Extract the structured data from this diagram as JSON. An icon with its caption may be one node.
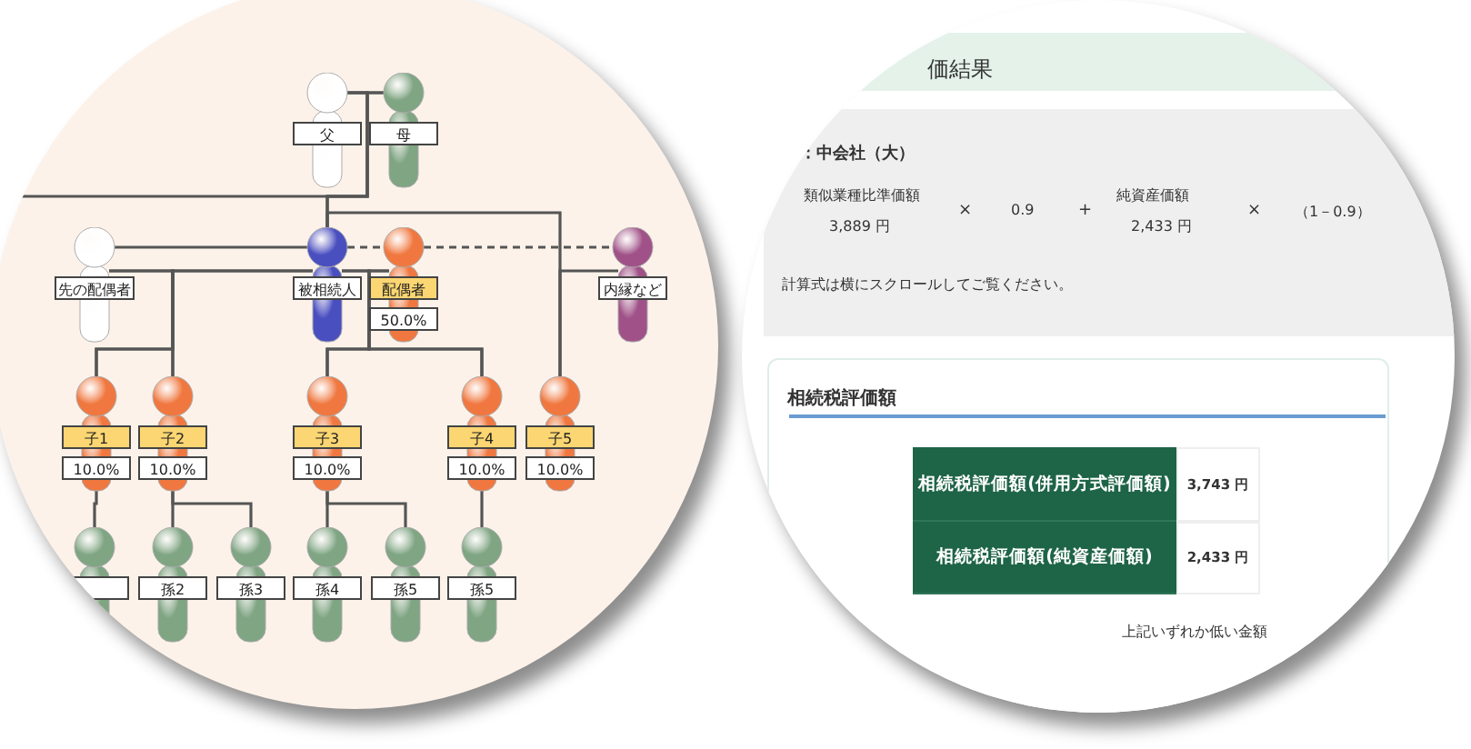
{
  "diagram": {
    "nodes": [
      {
        "text": [
          "父"
        ]
      },
      {
        "text": [
          "母"
        ]
      },
      {
        "text": [
          "先の配偶者"
        ]
      },
      {
        "text": [
          "被相続人"
        ]
      },
      {
        "text": [
          "配偶者",
          "50.0%"
        ]
      },
      {
        "text": [
          "内縁など"
        ]
      },
      {
        "text": [
          "子1",
          "10.0%"
        ]
      },
      {
        "text": [
          "子2",
          "10.0%"
        ]
      },
      {
        "text": [
          "子3",
          "10.0%"
        ]
      },
      {
        "text": [
          "子4",
          "10.0%"
        ]
      },
      {
        "text": [
          "子5",
          "10.0%"
        ]
      },
      {
        "text": [],
        "shape": "person"
      },
      {
        "text": [
          "孫2"
        ]
      },
      {
        "text": [
          "孫3"
        ]
      },
      {
        "text": [
          "孫4"
        ]
      },
      {
        "text": [
          "孫5"
        ]
      },
      {
        "text": [
          "孫5"
        ]
      }
    ],
    "edges": [
      {
        "from": 0,
        "to": 1,
        "arrow": "none"
      },
      {
        "from": 0,
        "to": 3,
        "arrow": "none"
      },
      {
        "from": 1,
        "to": 3,
        "arrow": "none"
      },
      {
        "from": 0,
        "to": null,
        "arrow": "none"
      },
      {
        "from": 2,
        "to": 3,
        "arrow": "none"
      },
      {
        "from": 3,
        "to": 4,
        "arrow": "none",
        "style": "dashed"
      },
      {
        "from": 4,
        "to": 5,
        "arrow": "none",
        "style": "dashed"
      },
      {
        "from": 2,
        "to": 6,
        "arrow": "none"
      },
      {
        "from": 3,
        "to": 6,
        "arrow": "none"
      },
      {
        "from": 2,
        "to": 7,
        "arrow": "none"
      },
      {
        "from": 3,
        "to": 7,
        "arrow": "none"
      },
      {
        "from": 3,
        "to": 8,
        "arrow": "none"
      },
      {
        "from": 4,
        "to": 8,
        "arrow": "none"
      },
      {
        "from": 3,
        "to": 9,
        "arrow": "none"
      },
      {
        "from": 4,
        "to": 9,
        "arrow": "none"
      },
      {
        "from": 3,
        "to": 10,
        "arrow": "none"
      },
      {
        "from": 5,
        "to": 10,
        "arrow": "none"
      },
      {
        "from": 6,
        "to": 11,
        "arrow": "none"
      },
      {
        "from": 7,
        "to": 12,
        "arrow": "none"
      },
      {
        "from": 7,
        "to": 13,
        "arrow": "none"
      },
      {
        "from": 8,
        "to": 14,
        "arrow": "none"
      },
      {
        "from": 8,
        "to": 15,
        "arrow": "none"
      },
      {
        "from": 9,
        "to": 16,
        "arrow": "none"
      }
    ],
    "labels": [
      "価結果",
      "：中会社（大）",
      "類似業種比準価額",
      "3,889 円",
      "×",
      "0.9",
      "+",
      "純資産価額",
      "2,433 円",
      "×",
      "（1－0.9）",
      "計算式は横にスクロールしてご覧ください。",
      "相続税評価額",
      "相続税評価額(併用方式評価額)",
      "3,743 円",
      "相続税評価額(純資産価額)",
      "2,433 円",
      "上記いずれか低い金額"
    ]
  }
}
